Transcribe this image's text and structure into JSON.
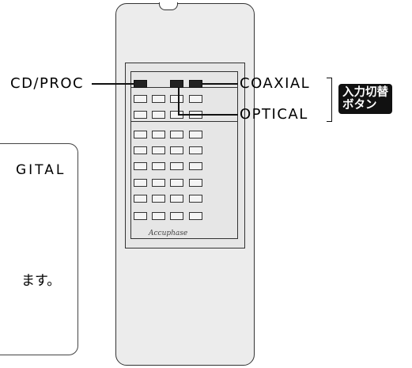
{
  "labels": {
    "cd_proc": "CD/PROC",
    "coaxial": "COAXIAL",
    "optical": "OPTICAL"
  },
  "badge": {
    "line1": "入力切替",
    "line2": "ボタン"
  },
  "remote": {
    "brand": "Accuphase"
  },
  "background_card": {
    "text_top": "GITAL",
    "text_bottom": "ます。"
  }
}
